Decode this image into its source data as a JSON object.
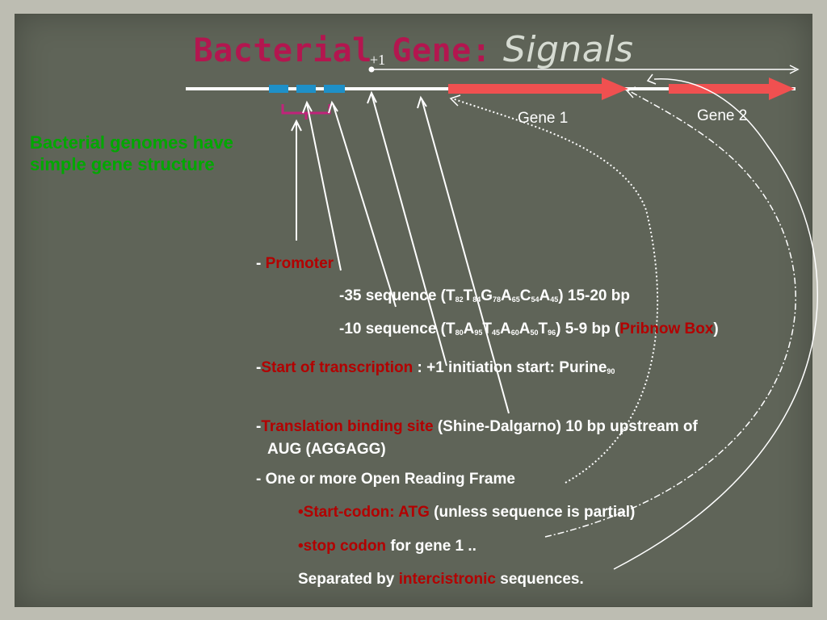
{
  "title": {
    "main": "Bacterial Gene:",
    "accent": "Signals"
  },
  "diagram": {
    "plus_one": "+1",
    "gene1": "Gene 1",
    "gene2": "Gene 2",
    "colors": {
      "dna": "#ffffff",
      "gene": "#f05050",
      "box": "#1e90c8",
      "bracket": "#c0237a"
    }
  },
  "side_note": "Bacterial  genomes have simple gene structure",
  "items": {
    "promoter_dash": "- ",
    "promoter": "Promoter",
    "m35_prefix": "-35 sequence (T",
    "m35": [
      {
        "sub": "82",
        "base": "T"
      },
      {
        "sub": "84",
        "base": "G"
      },
      {
        "sub": "78",
        "base": "A"
      },
      {
        "sub": "65",
        "base": "C"
      },
      {
        "sub": "54",
        "base": "A"
      },
      {
        "sub": "45",
        "base": ""
      }
    ],
    "m35_suffix": ") 15-20 bp",
    "m10_prefix": "-10 sequence (T",
    "m10": [
      {
        "sub": "80",
        "base": "A"
      },
      {
        "sub": "95",
        "base": "T"
      },
      {
        "sub": "45",
        "base": "A"
      },
      {
        "sub": "60",
        "base": "A"
      },
      {
        "sub": "50",
        "base": "T"
      },
      {
        "sub": "96",
        "base": ""
      }
    ],
    "m10_suffix": ") 5-9 bp  (",
    "pribnow": "Pribnow Box",
    "m10_close": ")",
    "tx_dash": "-",
    "tx_label": "Start of transcription",
    "tx_rest": " : +1 initiation start: Purine",
    "tx_sub": "90",
    "tl_dash": "-",
    "tl_label": "Translation binding site",
    "tl_rest": " (Shine-Dalgarno) 10 bp upstream of",
    "tl_line2": "AUG (AGGAGG)",
    "orf": "- One or more Open Reading Frame",
    "start_bullet": "•",
    "start_label": "Start-codon: ATG",
    "start_rest": " (unless sequence is partial)",
    "stop_bullet": "•",
    "stop_label": "stop codon",
    "stop_rest": " for gene 1 ..",
    "sep_prefix": "Separated by ",
    "sep_label": "intercistronic",
    "sep_suffix": " sequences."
  }
}
